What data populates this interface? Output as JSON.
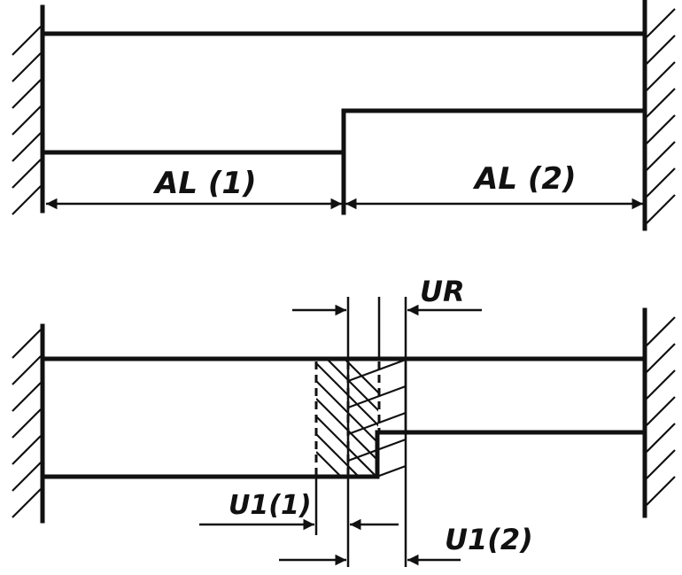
{
  "top_figure": {
    "label_left": "AL (1)",
    "label_right": "AL (2)"
  },
  "bottom_figure": {
    "label_ur": "UR",
    "label_u1_1": "U1(1)",
    "label_u1_2": "U1(2)"
  }
}
